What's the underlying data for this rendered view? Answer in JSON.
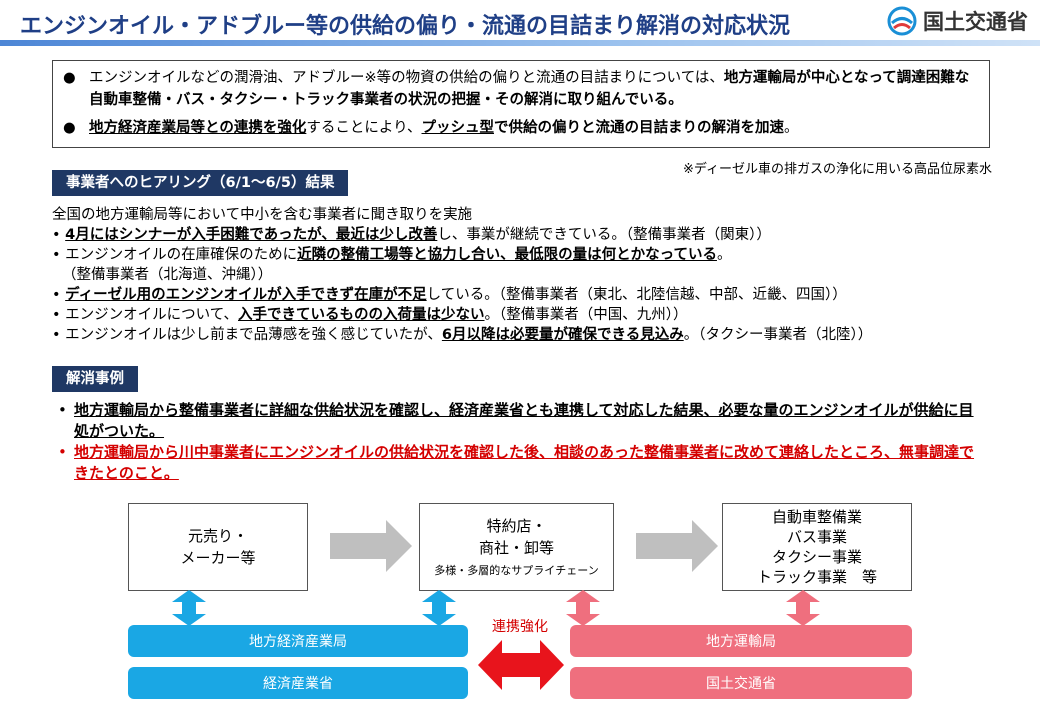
{
  "header": {
    "title": "エンジンオイル・アドブルー等の供給の偏り・流通の目詰まり解消の対応状況",
    "logo_text": "国土交通省",
    "logo_icon": "mlit-logo-icon"
  },
  "summary": {
    "bullet": "●",
    "item1": {
      "part1": "エンジンオイルなどの潤滑油、アドブルー※等の物資の供給の偏りと流通の目詰まりについては、",
      "part2": "地方運輸局が中心となって調達困難な自動車整備・バス・タクシー・トラック事業者の状況の把握・その解消に取り組んでいる。"
    },
    "item2": {
      "part1": "地方経済産業局等との連携を強化",
      "part2": "することにより、",
      "part3": "プッシュ型",
      "part4": "で供給の偏りと流通の目詰まりの解消を加速",
      "part5": "。"
    }
  },
  "footnote": "※ディーゼル車の排ガスの浄化に用いる高品位尿素水",
  "hearing": {
    "label": "事業者へのヒアリング（6/1～6/5）結果",
    "intro": "全国の地方運輸局等において中小を含む事業者に聞き取りを実施",
    "bullet": "•",
    "l1": {
      "a": "4月にはシンナーが入手困難であったが、最近は少し改善",
      "b": "し、事業が継続できている。（整備事業者（関東））"
    },
    "l2": {
      "a": "エンジンオイルの在庫確保のために",
      "b": "近隣の整備工場等と協力し合い、最低限の量は何とかなっている",
      "c": "。"
    },
    "l2b": "（整備事業者（北海道、沖縄））",
    "l3": {
      "a": "ディーゼル用のエンジンオイルが入手できず在庫が不足",
      "b": "している。（整備事業者（東北、北陸信越、中部、近畿、四国））"
    },
    "l4": {
      "a": "エンジンオイルについて、",
      "b": "入手できているものの入荷量は少ない",
      "c": "。（整備事業者（中国、九州））"
    },
    "l5": {
      "a": "エンジンオイルは少し前まで品薄感を強く感じていたが、",
      "b": "6月以降は必要量が確保できる見込み",
      "c": "。（タクシー事業者（北陸））"
    }
  },
  "cases": {
    "label": "解消事例",
    "bullet": "•",
    "item1": "地方運輸局から整備事業者に詳細な供給状況を確認し、経済産業省とも連携して対応した結果、必要な量のエンジンオイルが供給に目処がついた。",
    "item2": "地方運輸局から川中事業者にエンジンオイルの供給状況を確認した後、相談のあった整備事業者に改めて連絡したところ、無事調達できたとのこと。"
  },
  "flow": {
    "box1": [
      "元売り・",
      "メーカー等"
    ],
    "box2": [
      "特約店・",
      "商社・卸等"
    ],
    "box2_note": "多様・多層的なサプライチェーン",
    "box3": [
      "自動車整備業",
      "バス事業",
      "タクシー事業",
      "トラック事業　等"
    ],
    "cooperation": "連携強化",
    "agency_left1": "地方経済産業局",
    "agency_left2": "経済産業省",
    "agency_right1": "地方運輸局",
    "agency_right2": "国土交通省"
  },
  "colors": {
    "title": "#1f3f86",
    "section_label_bg": "#1f3864",
    "agency_blue": "#1aa7e4",
    "agency_pink": "#ef6f7e",
    "accent_red": "#d40000",
    "flow_arrow": "#bfbfbf"
  }
}
